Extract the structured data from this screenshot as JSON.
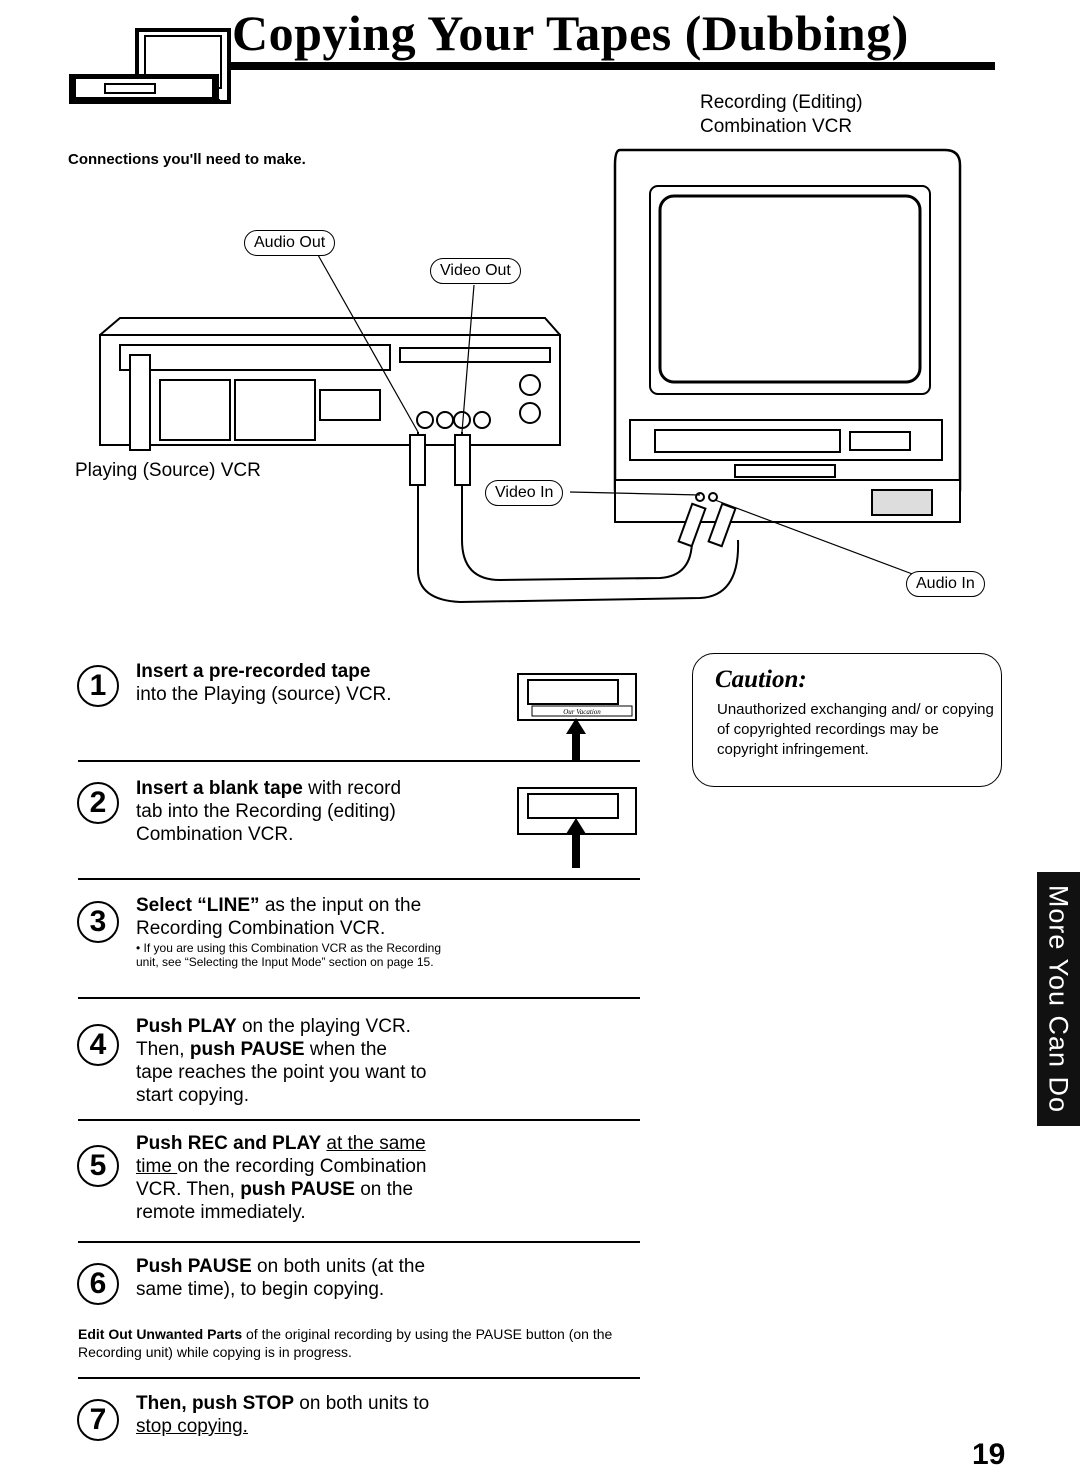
{
  "header": {
    "title": "Copying Your Tapes (Dubbing)"
  },
  "diagram": {
    "connections_label": "Connections you'll need to make.",
    "recording_vcr_label_line1": "Recording (Editing)",
    "recording_vcr_label_line2": "Combination VCR",
    "playing_vcr_label": "Playing (Source) VCR",
    "audio_out": "Audio Out",
    "video_out": "Video Out",
    "video_in": "Video In",
    "audio_in": "Audio In",
    "cassette_label": "Our Vacation"
  },
  "steps": [
    {
      "number": "1",
      "bold": "Insert a pre-recorded tape",
      "text": "into the Playing (source) VCR."
    },
    {
      "number": "2",
      "bold": "Insert a blank tape",
      "text_inline": " with record",
      "text": "tab into the Recording (editing) Combination VCR."
    },
    {
      "number": "3",
      "bold": "Select “LINE”",
      "text_inline": " as the input on the",
      "text": "Recording Combination VCR.",
      "note": "•  If you are using this Combination VCR as the Recording unit, see “Selecting the Input Mode” section on page 15."
    },
    {
      "number": "4",
      "bold": "Push PLAY",
      "text_inline": " on the playing VCR.",
      "line2_a": "Then, ",
      "line2_bold": "push PAUSE",
      "line2_b": " when the",
      "text": "tape reaches the point you want to start copying."
    },
    {
      "number": "5",
      "bold": "Push REC and PLAY",
      "text_inline_u": "at the same",
      "line2_u": "time ",
      "line2_b": "on the recording Combination",
      "line3_a": "VCR. Then, ",
      "line3_bold": "push PAUSE",
      "line3_b": " on the",
      "text": "remote immediately."
    },
    {
      "number": "6",
      "bold": "Push PAUSE",
      "text_inline": " on both units (at the",
      "text": "same time), to begin copying."
    },
    {
      "number": "7",
      "bold": "Then, push STOP",
      "text_inline": " on both units to",
      "text_u": "stop copying."
    }
  ],
  "edit_out": {
    "bold": "Edit Out Unwanted Parts",
    "text": " of the original recording by using the PAUSE button (on the Recording unit) while copying is in progress."
  },
  "caution": {
    "title": "Caution:",
    "text": "Unauthorized exchanging and/ or copying of copyrighted recordings may be copyright infringement."
  },
  "side_tab": {
    "label": "More You Can Do"
  },
  "footer": {
    "page_number": "19"
  }
}
